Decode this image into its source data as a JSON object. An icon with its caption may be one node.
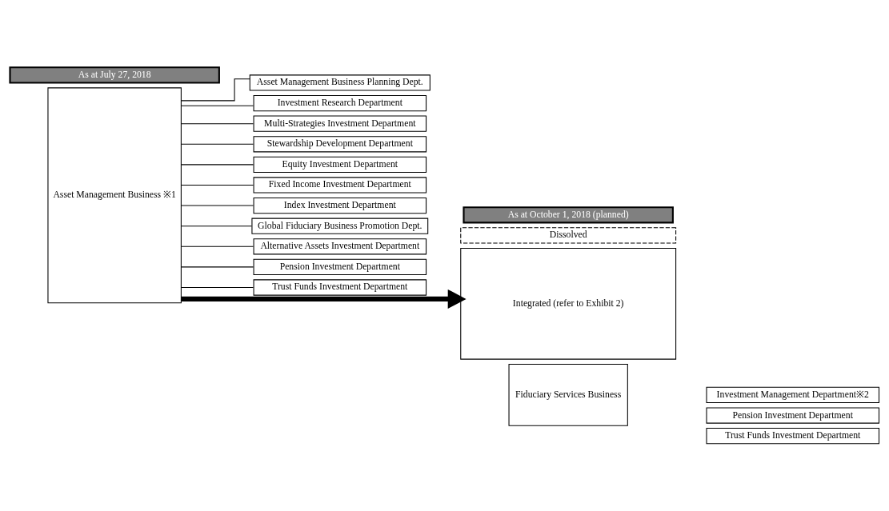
{
  "diagram": {
    "nodes": [
      {
        "text": [
          "As at July 27, 2018"
        ]
      },
      {
        "text": [
          "As at October 1, 2018 (planned)"
        ]
      },
      {
        "text": [
          "Asset Management Business ※1"
        ]
      },
      {
        "text": [
          "Asset Management Business Planning Dept."
        ]
      },
      {
        "text": [
          "Investment Research Department"
        ]
      },
      {
        "text": [
          "Multi-Strategies Investment Department"
        ]
      },
      {
        "text": [
          "Stewardship Development Department"
        ]
      },
      {
        "text": [
          "Equity Investment Department"
        ]
      },
      {
        "text": [
          "Fixed Income Investment Department"
        ]
      },
      {
        "text": [
          "Index Investment Department"
        ]
      },
      {
        "text": [
          "Global Fiduciary Business Promotion Dept."
        ]
      },
      {
        "text": [
          "Alternative Assets Investment Department"
        ]
      },
      {
        "text": [
          "Pension Investment Department"
        ]
      },
      {
        "text": [
          "Trust Funds Investment Department"
        ]
      },
      {
        "text": [
          "Dissolved"
        ]
      },
      {
        "text": [
          "Integrated (refer to Exhibit 2)"
        ]
      },
      {
        "text": [
          "Fiduciary Services Business"
        ]
      },
      {
        "text": [
          "Investment Management Department※2"
        ]
      },
      {
        "text": [
          "Pension Investment Department"
        ]
      },
      {
        "text": [
          "Trust Funds Investment Department"
        ]
      }
    ],
    "edges": [
      {
        "from": 2,
        "to": 3,
        "arrow": "none"
      },
      {
        "from": 2,
        "to": 4,
        "arrow": "none"
      },
      {
        "from": 2,
        "to": 5,
        "arrow": "none"
      },
      {
        "from": 2,
        "to": 6,
        "arrow": "none"
      },
      {
        "from": 2,
        "to": 7,
        "arrow": "none"
      },
      {
        "from": 2,
        "to": 8,
        "arrow": "none"
      },
      {
        "from": 2,
        "to": 9,
        "arrow": "none"
      },
      {
        "from": 2,
        "to": 10,
        "arrow": "none"
      },
      {
        "from": 2,
        "to": 11,
        "arrow": "none"
      },
      {
        "from": 2,
        "to": 12,
        "arrow": "none"
      },
      {
        "from": 2,
        "to": 13,
        "arrow": "none"
      },
      {
        "from": 2,
        "to": 15,
        "arrow": "to",
        "style": "thick"
      }
    ]
  }
}
